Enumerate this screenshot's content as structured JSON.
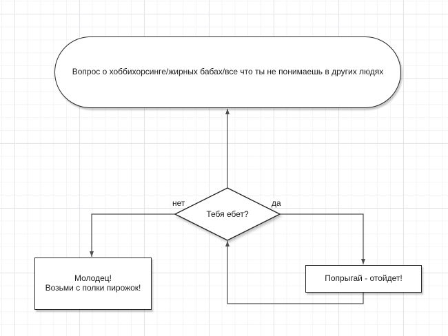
{
  "flowchart": {
    "start": {
      "label": "Вопрос о хоббихорсинге/жирных бабах/все что ты не понимаешь в других людях"
    },
    "decision": {
      "label": "Тебя ебет?"
    },
    "edge_labels": {
      "no": "нет",
      "yes": "да"
    },
    "outcome_no": {
      "label": "Молодец!\nВозьми с полки пирожок!"
    },
    "outcome_yes": {
      "label": "Попрыгай - отойдет!"
    },
    "style": {
      "background": "#ffffff",
      "shape_fill": "#ffffff",
      "shape_stroke": "#262626",
      "connector_stroke": "#4d4d4d",
      "text_color": "#1a1a1a",
      "grid_minor": "#f3f4f6",
      "grid_major": "#e4e5e8"
    }
  }
}
